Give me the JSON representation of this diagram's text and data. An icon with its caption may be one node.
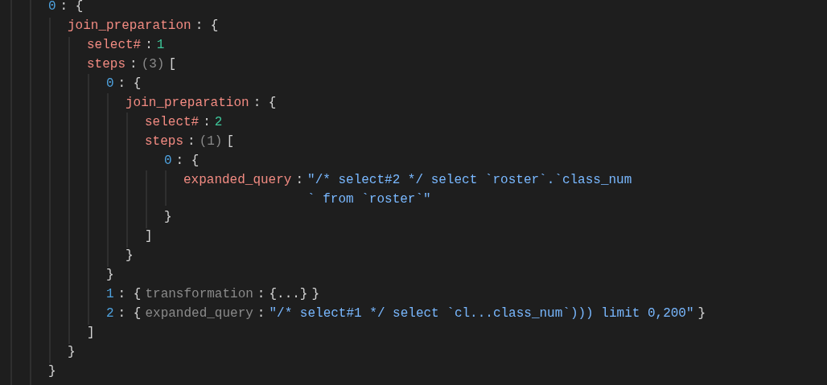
{
  "diagram": {
    "labels": [
      "0",
      ": {",
      "join_preparation",
      ": {",
      "select#",
      ":",
      "1",
      "steps",
      ":",
      "(3)",
      "[",
      "0",
      ": {",
      "join_preparation",
      ": {",
      "select#",
      ":",
      "2",
      "steps",
      ":",
      "(1)",
      "[",
      "0",
      ": {",
      "expanded_query",
      ":",
      "\"/* select#2 */ select `roster`.`class_num ` from `roster`\"",
      "}",
      "]",
      "}",
      "}",
      "1",
      ": {",
      "transformation",
      ":",
      "{...}",
      "}",
      "2",
      ": {",
      "expanded_query",
      ":",
      "\"/* select#1 */ select `cl...class_num`))) limit 0,200\"",
      "}",
      "]",
      "}",
      "}"
    ]
  }
}
